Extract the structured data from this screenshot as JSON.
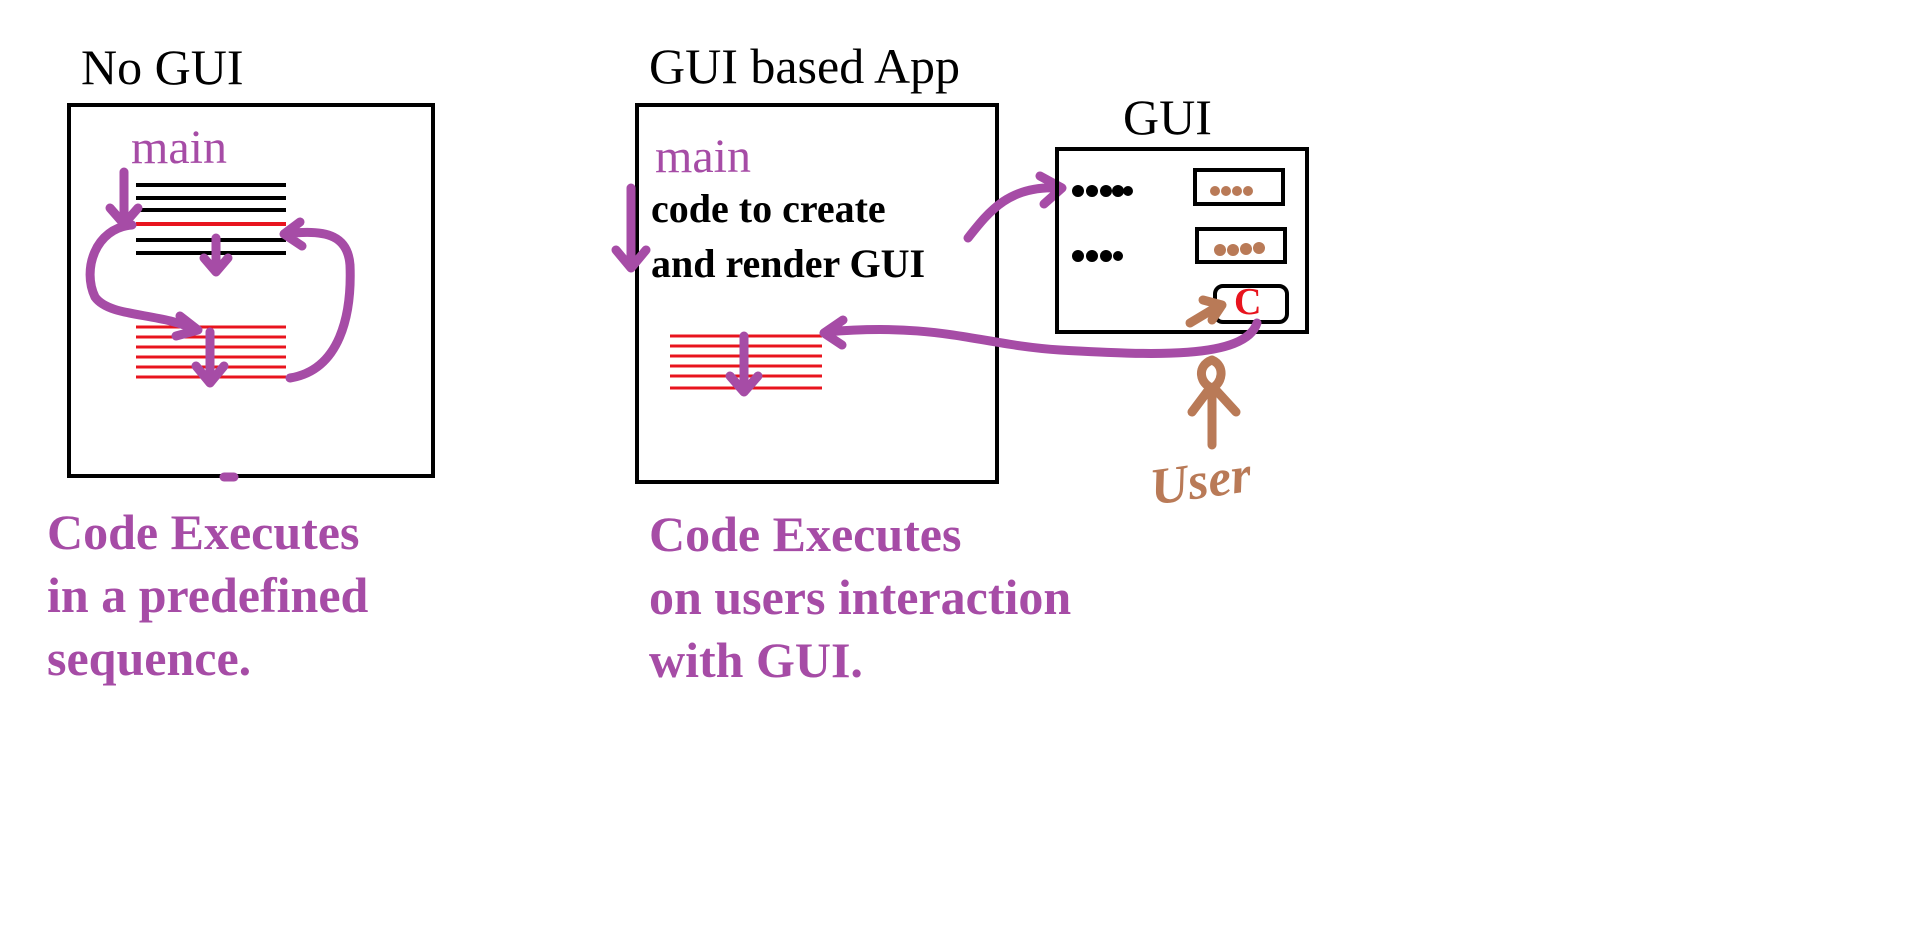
{
  "colors": {
    "purple": "#a64ca6",
    "red": "#e8141e",
    "black": "#000000",
    "brown": "#b97a57"
  },
  "left_panel": {
    "title": "No GUI",
    "main_label": "main",
    "caption": {
      "line1": "Code Executes",
      "line2": "in a predefined",
      "line3": "sequence."
    }
  },
  "middle_panel": {
    "title": "GUI based App",
    "main_label": "main",
    "code_text": {
      "line1": "code to create",
      "line2": "and render GUI"
    },
    "caption": {
      "line1": "Code Executes",
      "line2": "on users interaction",
      "line3": "with GUI."
    }
  },
  "gui_window": {
    "title": "GUI",
    "button_label": "C",
    "user_label": "User"
  }
}
